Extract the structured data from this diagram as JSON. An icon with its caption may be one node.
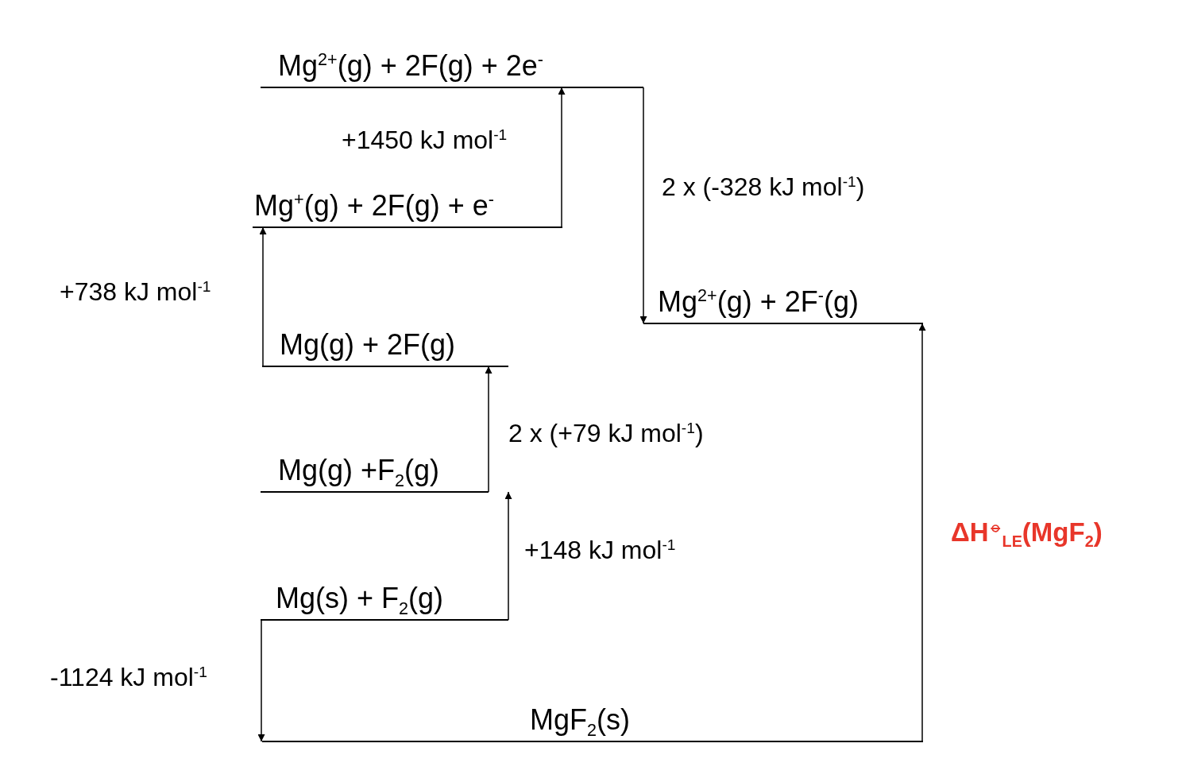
{
  "diagram": {
    "nodes": [
      {
        "text": [
          "Mg$^{2+}$(g) + 2F(g) + 2e$^{-}$"
        ]
      },
      {
        "text": [
          "Mg$^{+}$(g) + 2F(g) + e$^{-}$"
        ]
      },
      {
        "text": [
          "Mg$^{2+}$(g) + 2F$^{-}$(g)"
        ]
      },
      {
        "text": [
          "Mg(g) + 2F(g)"
        ]
      },
      {
        "text": [
          "Mg(g) +F$_{2}$(g)"
        ]
      },
      {
        "text": [
          "Mg(s) + F$_{2}$(g)"
        ]
      },
      {
        "text": [
          "MgF$_{2}$(s)"
        ]
      }
    ],
    "edges": [
      {
        "from": 5,
        "to": 4,
        "arrow": "to",
        "label": "+148 kJ mol$^{-1}$"
      },
      {
        "from": 4,
        "to": 3,
        "arrow": "to",
        "label": "2 x (+79 kJ mol$^{-1}$)"
      },
      {
        "from": 3,
        "to": 1,
        "arrow": "to",
        "label": "+738 kJ mol$^{-1}$"
      },
      {
        "from": 1,
        "to": 0,
        "arrow": "to",
        "label": "+1450 kJ mol$^{-1}$"
      },
      {
        "from": 0,
        "to": 2,
        "arrow": "to",
        "label": "2 x (-328 kJ mol$^{-1}$)"
      },
      {
        "from": 6,
        "to": 2,
        "arrow": "to",
        "label": "ΔH$^{⦵}$$_{LE}$(MgF$_{2}$)"
      },
      {
        "from": 5,
        "to": 6,
        "arrow": "to",
        "label": "-1124 kJ mol$^{-1}$"
      }
    ]
  }
}
